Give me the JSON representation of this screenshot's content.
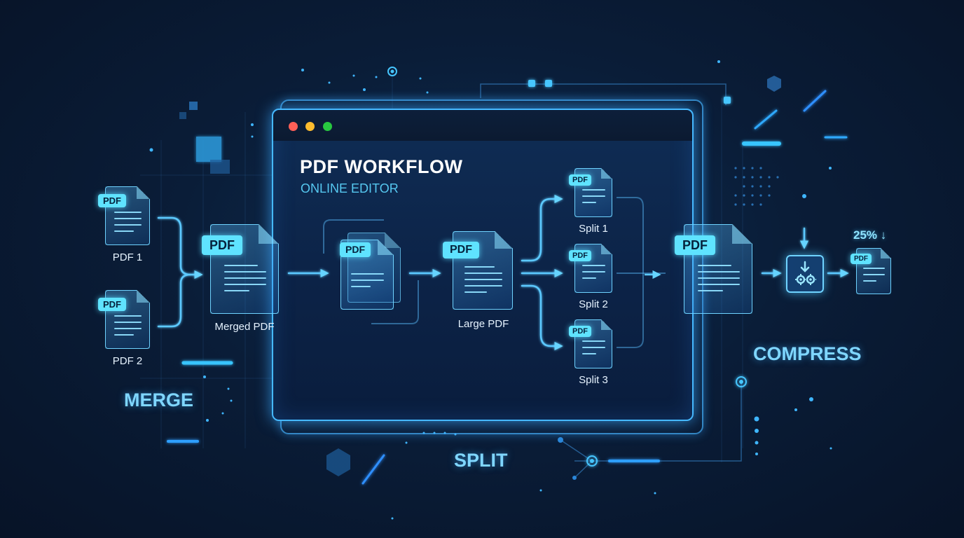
{
  "window": {
    "title": "PDF WORKFLOW",
    "subtitle": "ONLINE EDITOR",
    "controls": {
      "close_color": "#ff5f57",
      "minimize_color": "#febc2e",
      "maximize_color": "#28c840"
    }
  },
  "tag_text": "PDF",
  "docs": {
    "pdf1": "PDF 1",
    "pdf2": "PDF 2",
    "merged": "Merged PDF",
    "large": "Large PDF",
    "split1": "Split 1",
    "split2": "Split 2",
    "split3": "Split 3"
  },
  "sections": {
    "merge": "MERGE",
    "split": "SPLIT",
    "compress": "COMPRESS"
  },
  "compress_result": "25% ↓",
  "icons": [
    "document-icon",
    "arrow-icon",
    "gears-icon",
    "down-arrow-icon",
    "hexagon-icon"
  ],
  "colors": {
    "accent": "#5fe3ff",
    "glow": "#46b9ff",
    "background": "#0a1d38"
  }
}
